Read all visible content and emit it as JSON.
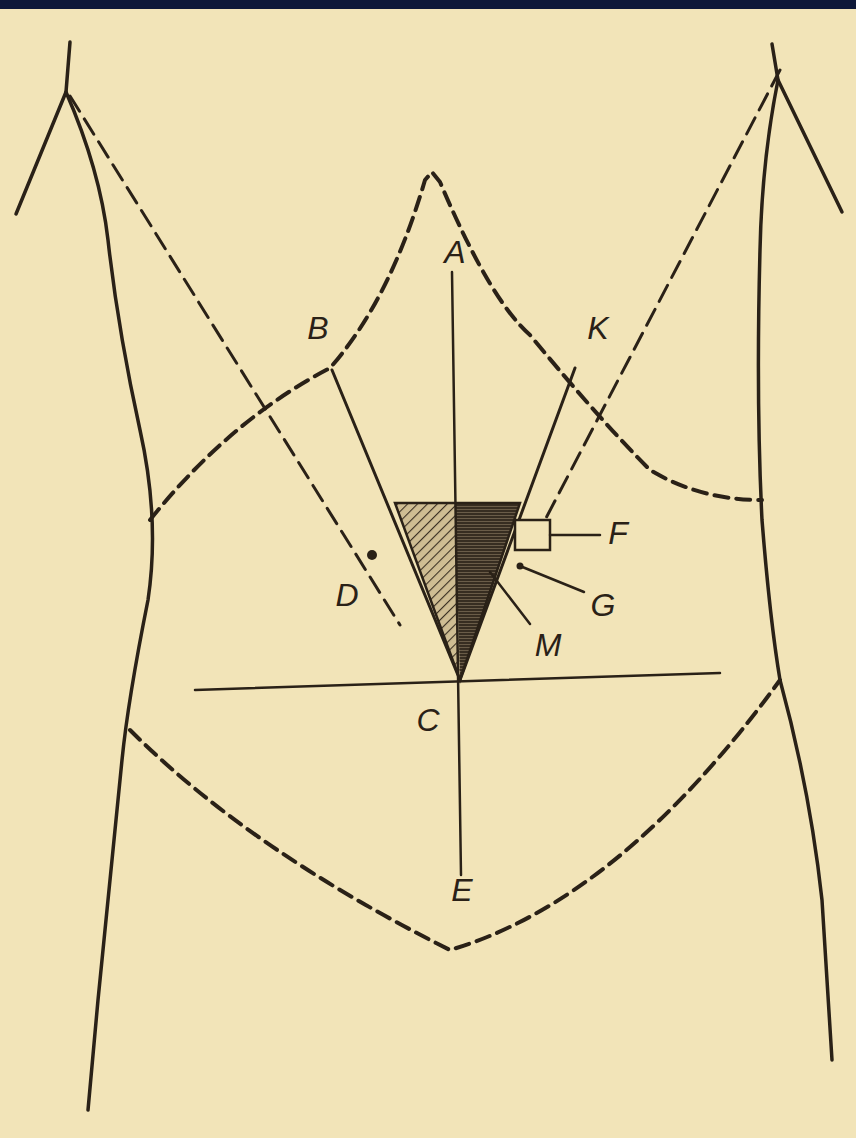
{
  "diagram": {
    "labels": [
      "A",
      "B",
      "K",
      "F",
      "D",
      "G",
      "M",
      "C",
      "E"
    ]
  }
}
